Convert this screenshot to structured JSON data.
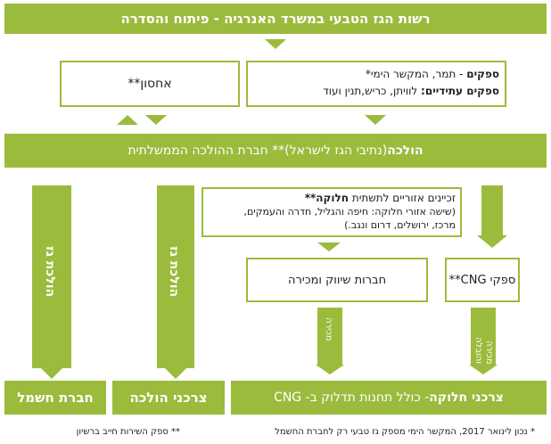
{
  "title": "רשות הגז הטבעי במשרד האנרגיה - פיתוח והסדרה",
  "storage": "אחסון**",
  "suppliers": {
    "line1_key": "ספקים",
    "line1_rest": " - תמר, המקשר הימי*",
    "line2_key": "ספקים עתידיים:",
    "line2_rest": " לוויתן, כריש,תנין ועוד"
  },
  "transmission": {
    "key": "הולכה",
    "rest": " (נתיבי הגז לישראל)** חברת ההולכה הממשלתית"
  },
  "distribution_box": {
    "line1_plain": "זכיינים אזוריים לתשתית ",
    "line1_bold": "חלוקה**",
    "line2": "(שישה אזורי חלוקה: חיפה והגליל, חדרה והעמקים,",
    "line3": "מרכז, ירושלים, דרום ונגב.)"
  },
  "marketing_box": "חברות שיווק ומכירה",
  "cng_box": "ספקי CNG**",
  "columns": {
    "left": "הולכת גז",
    "middle": "הולכת גז",
    "sale": "מכירה",
    "sale_transport": "מכירה והובלה"
  },
  "bottom": {
    "electric": "חברת חשמל",
    "transmission_consumers": "צרכני הולכה",
    "distribution_key": "צרכני חלוקה",
    "distribution_rest": " - כולל תחנות תדלוק ב- CNG"
  },
  "notes": {
    "right": "* נכון לינואר 2017, המקשר הימי מספק גז טבעי רק לחברת החשמל",
    "left": "** ספק השירות חייב ברשיון"
  },
  "colors": {
    "green": "#9bbb3c"
  }
}
